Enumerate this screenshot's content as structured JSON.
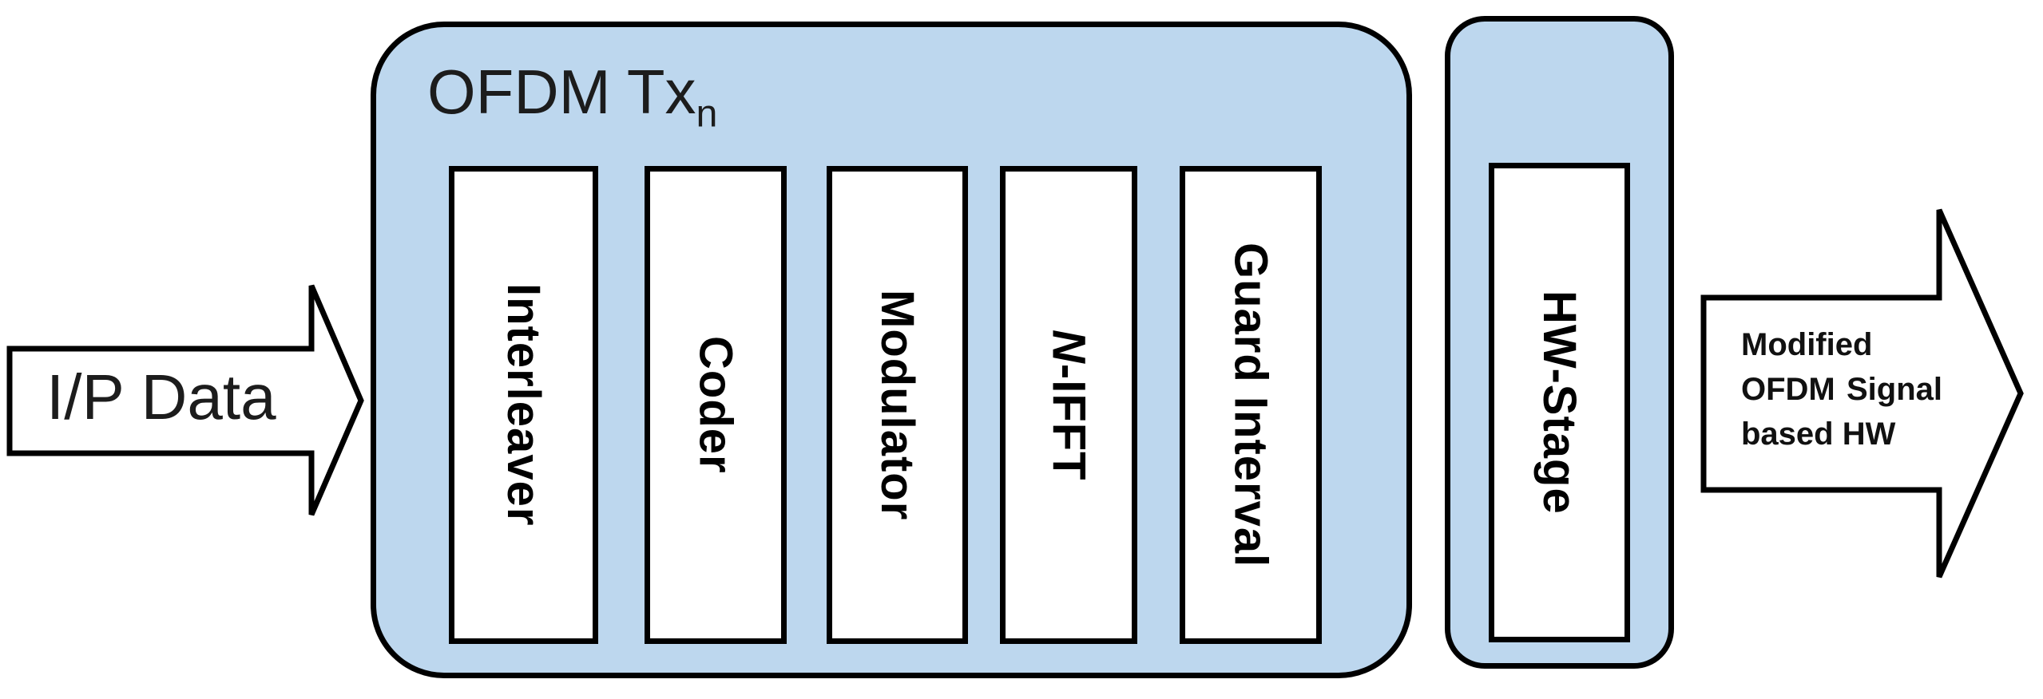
{
  "colors": {
    "container_fill": "#BDD7EE",
    "border": "#000000",
    "background": "#FFFFFF"
  },
  "input_arrow": {
    "label": "I/P Data"
  },
  "tx_group": {
    "label_text": "OFDM Tx",
    "label_sub": "n",
    "blocks": [
      {
        "italic": "",
        "label": "Interleaver"
      },
      {
        "italic": "",
        "label": "Coder"
      },
      {
        "italic": "",
        "label": "Modulator"
      },
      {
        "italic": "N",
        "label": "-IFFT"
      },
      {
        "italic": "",
        "label": "Guard Interval"
      }
    ]
  },
  "hw_group": {
    "block_label": "HW-Stage"
  },
  "output_arrow": {
    "line1": "Modified",
    "line2_left": "OFDM",
    "line2_right": "Signal",
    "line3": "based HW"
  }
}
